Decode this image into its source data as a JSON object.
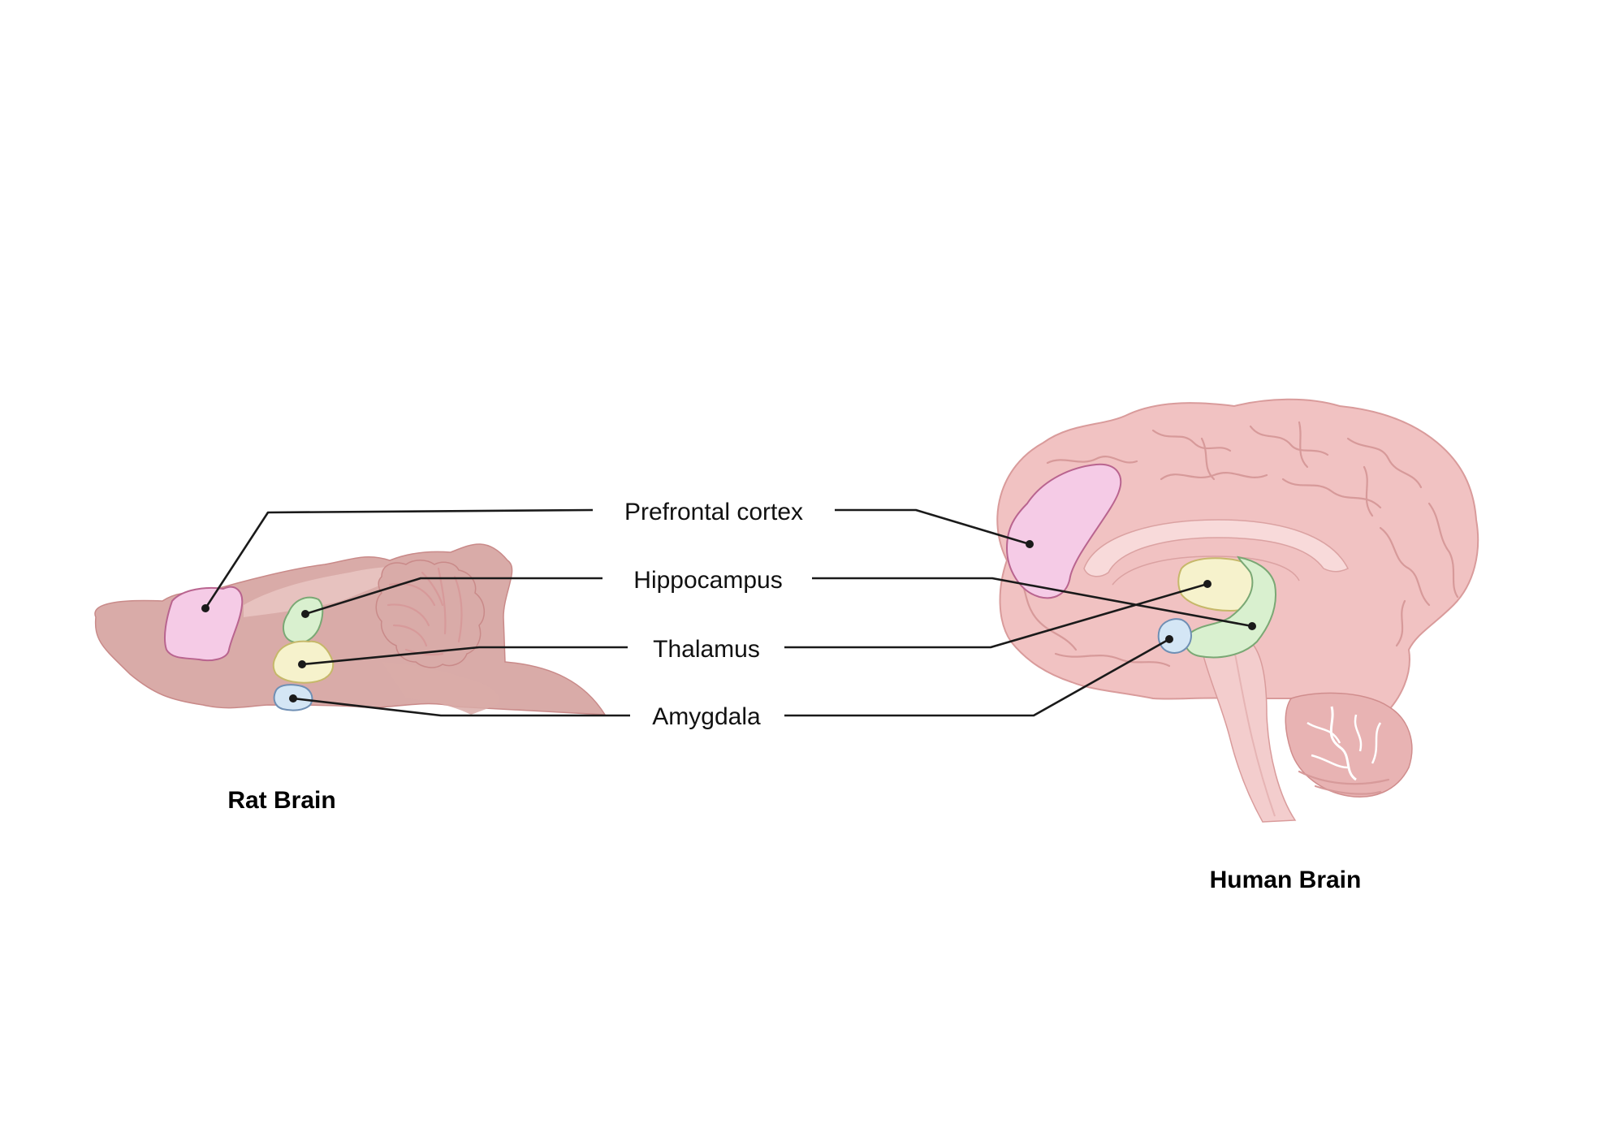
{
  "labels": {
    "prefrontal": "Prefrontal cortex",
    "hippocampus": "Hippocampus",
    "thalamus": "Thalamus",
    "amygdala": "Amygdala"
  },
  "captions": {
    "rat": "Rat Brain",
    "human": "Human Brain"
  },
  "colors": {
    "rat_brain": "#d9aba8",
    "human_brain": "#f1c2c2",
    "prefrontal": "#f5cbe6",
    "hippocampus": "#d9f0cf",
    "thalamus": "#f6f2cc",
    "amygdala": "#d4e6f5",
    "leader": "#1a1a1a"
  }
}
